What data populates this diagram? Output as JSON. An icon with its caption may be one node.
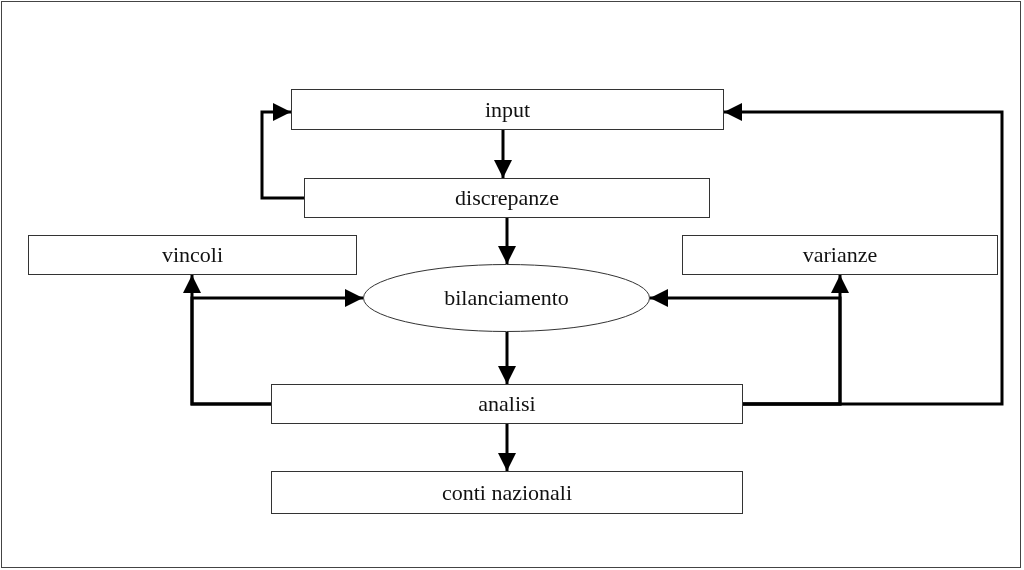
{
  "diagram": {
    "nodes": [
      {
        "text": [
          "input"
        ]
      },
      {
        "text": [
          "discrepanze"
        ]
      },
      {
        "text": [
          "vincoli"
        ]
      },
      {
        "text": [
          "bilanciamento"
        ]
      },
      {
        "text": [
          "varianze"
        ]
      },
      {
        "text": [
          "analisi"
        ]
      },
      {
        "text": [
          "conti nazionali"
        ]
      }
    ],
    "edges": [
      {
        "from": 0,
        "to": 1,
        "arrow": "to"
      },
      {
        "from": 1,
        "to": 0,
        "arrow": "to"
      },
      {
        "from": 1,
        "to": 3,
        "arrow": "to"
      },
      {
        "from": 3,
        "to": 5,
        "arrow": "to"
      },
      {
        "from": 5,
        "to": 2,
        "arrow": "to"
      },
      {
        "from": 5,
        "to": 3,
        "arrow": "to"
      },
      {
        "from": 5,
        "to": 4,
        "arrow": "to"
      },
      {
        "from": 5,
        "to": 3,
        "arrow": "to"
      },
      {
        "from": 5,
        "to": 0,
        "arrow": "to"
      },
      {
        "from": 5,
        "to": 6,
        "arrow": "to"
      }
    ]
  }
}
